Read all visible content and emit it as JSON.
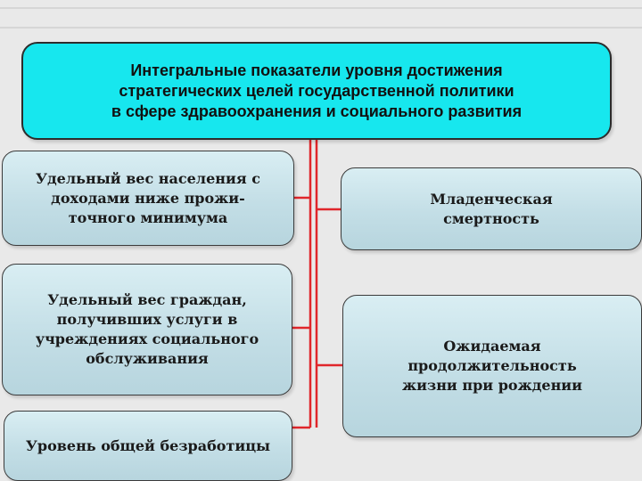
{
  "title": "Интегральные показатели уровня достижения\nстратегических целей государственной политики\nв сфере здравоохранения и социального развития",
  "left_items": [
    "Удельный вес населения с\nдоходами ниже прожи-\nточного минимума",
    "Удельный вес граждан,\nполучивших услуги в\nучреждениях социального\nобслуживания",
    "Уровень общей безработицы"
  ],
  "right_items": [
    "Младенческая\nсмертность",
    "Ожидаемая\nпродолжительность\nжизни при рождении"
  ],
  "colors": {
    "title_fill": "#17e7ee",
    "box_fill": "#c3dee6",
    "connector": "#e0262b",
    "background": "#e9e9e9"
  }
}
